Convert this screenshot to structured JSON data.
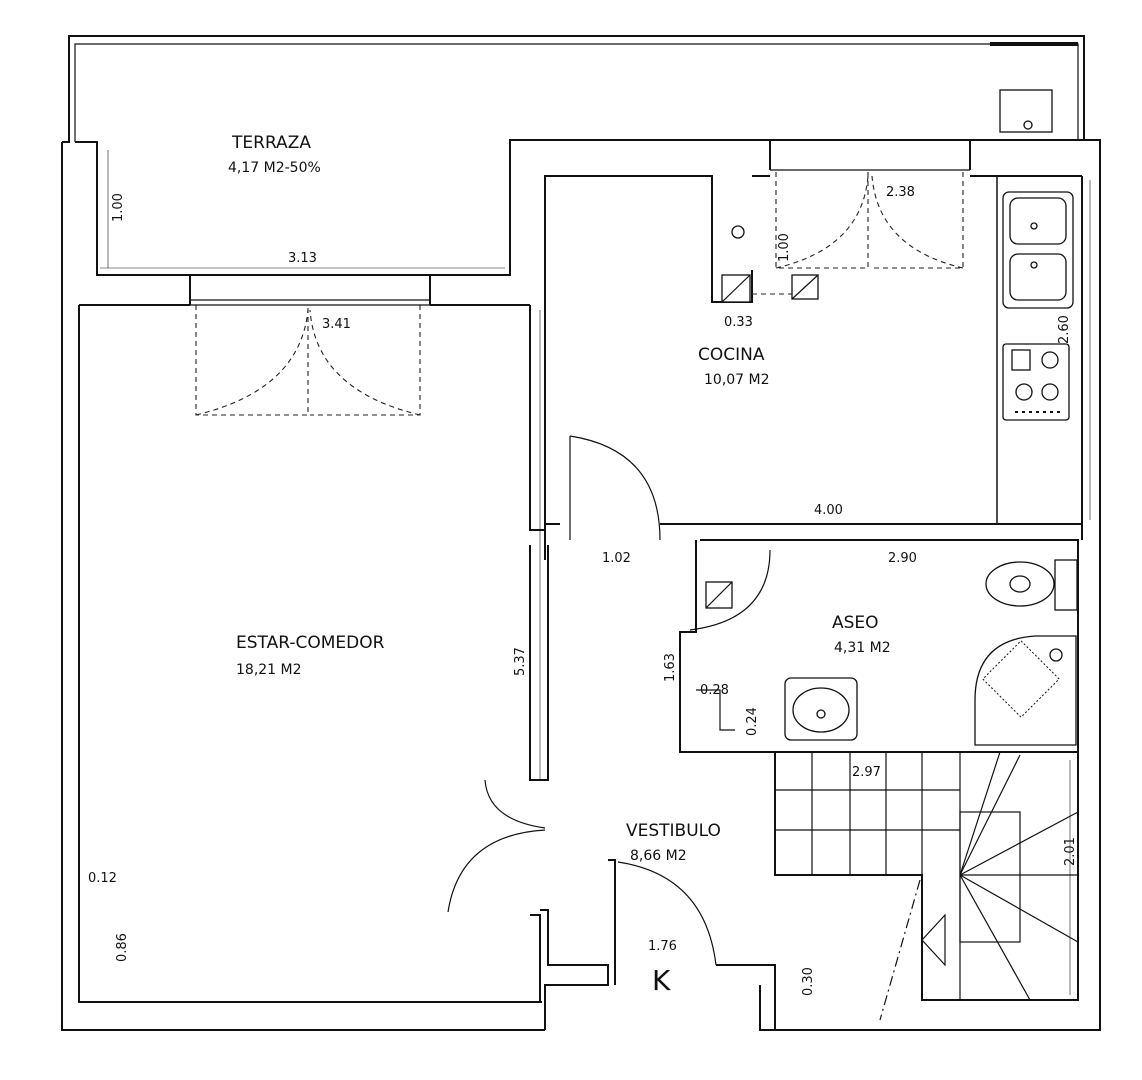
{
  "rooms": {
    "terraza": {
      "name": "TERRAZA",
      "area": "4,17  M2-50%"
    },
    "cocina": {
      "name": "COCINA",
      "area": "10,07  M2"
    },
    "estar": {
      "name": "ESTAR-COMEDOR",
      "area": "18,21  M2"
    },
    "aseo": {
      "name": "ASEO",
      "area": "4,31  M2"
    },
    "vestibulo": {
      "name": "VESTIBULO",
      "area": "8,66  M2"
    }
  },
  "dimensions": {
    "d_1_00": "1.00",
    "d_3_13": "3.13",
    "d_3_41": "3.41",
    "d_0_33": "0.33",
    "d_1_00b": "1.00",
    "d_2_38": "2.38",
    "d_2_60": "2.60",
    "d_4_00": "4.00",
    "d_1_02": "1.02",
    "d_2_90": "2.90",
    "d_5_37": "5.37",
    "d_1_63": "1.63",
    "d_0_28": "0.28",
    "d_0_24": "0.24",
    "d_2_97": "2.97",
    "d_2_01": "2.01",
    "d_0_12": "0.12",
    "d_0_86": "0.86",
    "d_1_76": "1.76",
    "d_0_30": "0.30"
  },
  "entrance_mark": "K",
  "colors": {
    "line": "#111111",
    "background": "#ffffff"
  }
}
